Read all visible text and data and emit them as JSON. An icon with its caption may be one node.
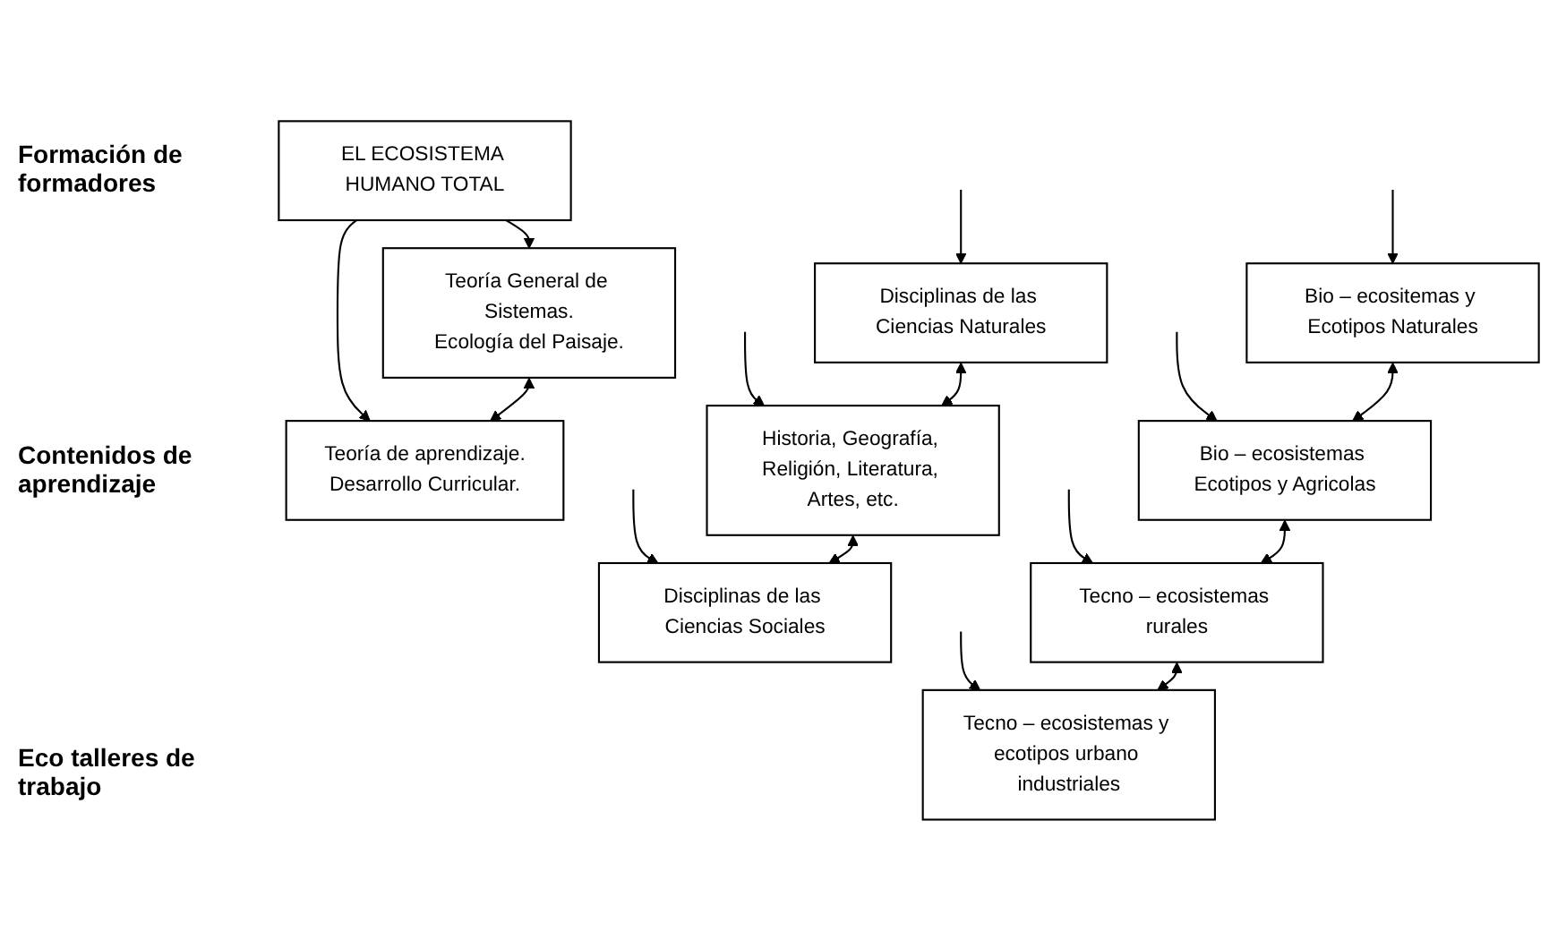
{
  "diagram": {
    "nodes": [
      {
        "text": [
          "EL ECOSISTEMA HUMANO TOTAL"
        ]
      },
      {
        "text": [
          "Teoría General de Sistemas.",
          "Ecología del Paisaje."
        ]
      },
      {
        "text": [
          "Teoría de aprendizaje.",
          "Desarrollo Curricular."
        ]
      },
      {
        "text": [
          "Disciplinas de las Ciencias Naturales"
        ]
      },
      {
        "text": [
          "Historia, Geografía, Religión, Literatura, Artes, etc."
        ]
      },
      {
        "text": [
          "Disciplinas de las Ciencias Sociales"
        ]
      },
      {
        "text": [
          "Bio – ecositemas y Ecotipos Naturales"
        ]
      },
      {
        "text": [
          "Bio – ecosistemas Ecotipos y Agricolas"
        ]
      },
      {
        "text": [
          "Tecno – ecosistemas rurales"
        ]
      },
      {
        "text": [
          "Tecno – ecosistemas y ecotipos urbano industriales"
        ]
      }
    ],
    "edges": [
      {
        "from": 0,
        "to": 1,
        "arrow": "to"
      },
      {
        "from": 0,
        "to": 2,
        "arrow": "to"
      },
      {
        "from": 1,
        "to": 2,
        "arrow": "both"
      },
      {
        "from": null,
        "to": 3,
        "arrow": "to"
      },
      {
        "from": null,
        "to": 4,
        "arrow": "to"
      },
      {
        "from": null,
        "to": 5,
        "arrow": "to"
      },
      {
        "from": 3,
        "to": 4,
        "arrow": "both"
      },
      {
        "from": 4,
        "to": 5,
        "arrow": "both"
      },
      {
        "from": null,
        "to": 6,
        "arrow": "to"
      },
      {
        "from": null,
        "to": 7,
        "arrow": "to"
      },
      {
        "from": null,
        "to": 8,
        "arrow": "to"
      },
      {
        "from": null,
        "to": 9,
        "arrow": "to"
      },
      {
        "from": 6,
        "to": 7,
        "arrow": "both"
      },
      {
        "from": 7,
        "to": 8,
        "arrow": "both"
      },
      {
        "from": 8,
        "to": 9,
        "arrow": "both"
      }
    ],
    "labels": [
      "Formación de formadores",
      "Contenidos de aprendizaje",
      "Eco talleres de trabajo"
    ]
  }
}
